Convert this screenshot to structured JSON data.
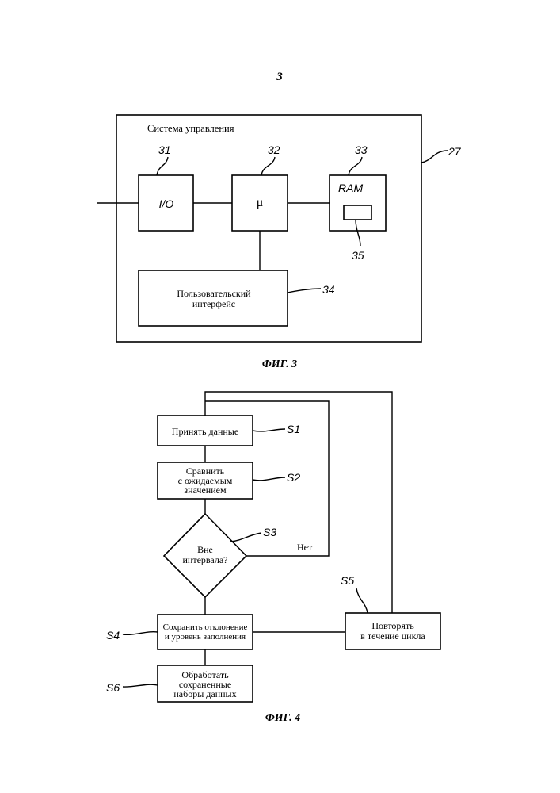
{
  "page_number": "3",
  "fig3": {
    "frame_title": "Система управления",
    "frame_ref": "27",
    "io": {
      "label": "I/O",
      "ref": "31"
    },
    "mu": {
      "label": "μ",
      "ref": "32"
    },
    "ram": {
      "label": "RAM",
      "ref": "33",
      "sub_ref": "35"
    },
    "ui": {
      "line1": "Пользовательский",
      "line2": "интерфейс",
      "ref": "34"
    },
    "caption": "ФИГ. 3"
  },
  "fig4": {
    "s1": {
      "line1": "Принять данные",
      "ref": "S1"
    },
    "s2": {
      "line1": "Сравнить",
      "line2": "с ожидаемым",
      "line3": "значением",
      "ref": "S2"
    },
    "s3": {
      "line1": "Вне",
      "line2": "интервала?",
      "ref": "S3",
      "no_label": "Нет"
    },
    "s4": {
      "line1": "Сохранить отклонение",
      "line2": "и уровень заполнения",
      "ref": "S4"
    },
    "s5": {
      "line1": "Повторять",
      "line2": "в течение цикла",
      "ref": "S5"
    },
    "s6": {
      "line1": "Обработать",
      "line2": "сохраненные",
      "line3": "наборы данных",
      "ref": "S6"
    },
    "caption": "ФИГ. 4"
  }
}
